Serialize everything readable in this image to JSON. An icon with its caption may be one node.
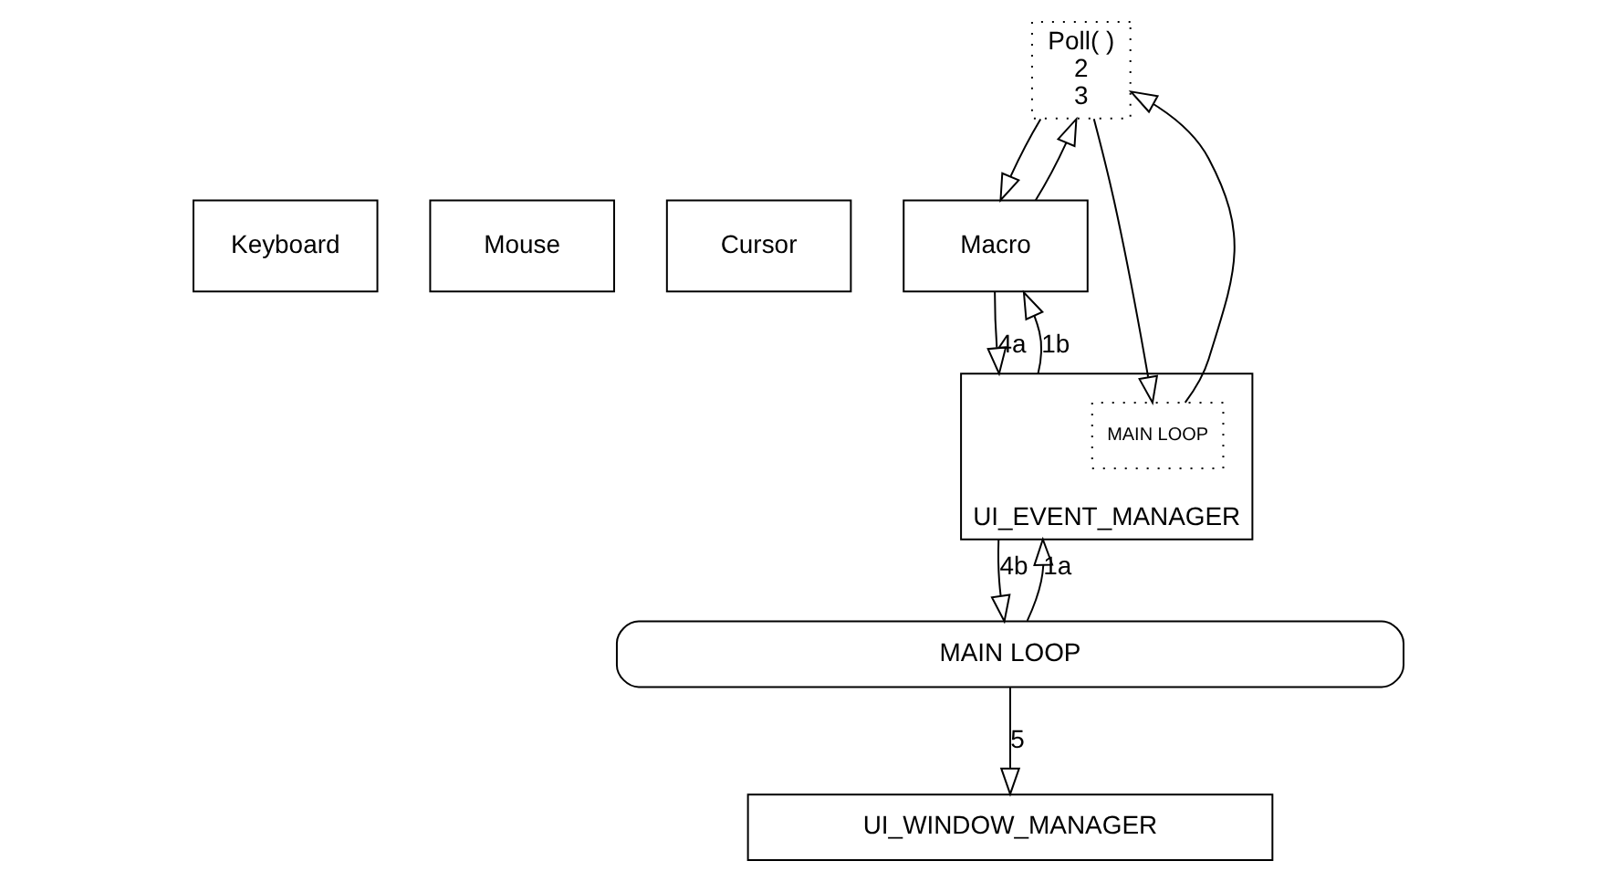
{
  "diagram": {
    "nodes": [
      {
        "text": [
          "Keyboard"
        ]
      },
      {
        "text": [
          "Mouse"
        ]
      },
      {
        "text": [
          "Cursor"
        ]
      },
      {
        "text": [
          "Macro"
        ]
      },
      {
        "text": [
          "Poll( )",
          "2",
          "3"
        ]
      },
      {
        "text": [
          "UI_EVENT_MANAGER"
        ]
      },
      {
        "text": [
          "MAIN LOOP"
        ],
        "in": 5
      },
      {
        "text": [
          "MAIN LOOP"
        ]
      },
      {
        "text": [
          "UI_WINDOW_MANAGER"
        ]
      }
    ],
    "edges": [
      {
        "from": 3,
        "to": 4,
        "arrow": "to"
      },
      {
        "from": 4,
        "to": 3,
        "arrow": "to"
      },
      {
        "from": 5,
        "to": 3,
        "arrow": "to",
        "label": "1b"
      },
      {
        "from": 3,
        "to": 5,
        "arrow": "to",
        "label": "4a"
      },
      {
        "from": 6,
        "to": 4,
        "arrow": "to"
      },
      {
        "from": 4,
        "to": 6,
        "arrow": "to"
      },
      {
        "from": 7,
        "to": 5,
        "arrow": "to",
        "label": "1a"
      },
      {
        "from": 5,
        "to": 7,
        "arrow": "to",
        "label": "4b"
      },
      {
        "from": 7,
        "to": 8,
        "arrow": "to",
        "label": "5"
      }
    ]
  }
}
